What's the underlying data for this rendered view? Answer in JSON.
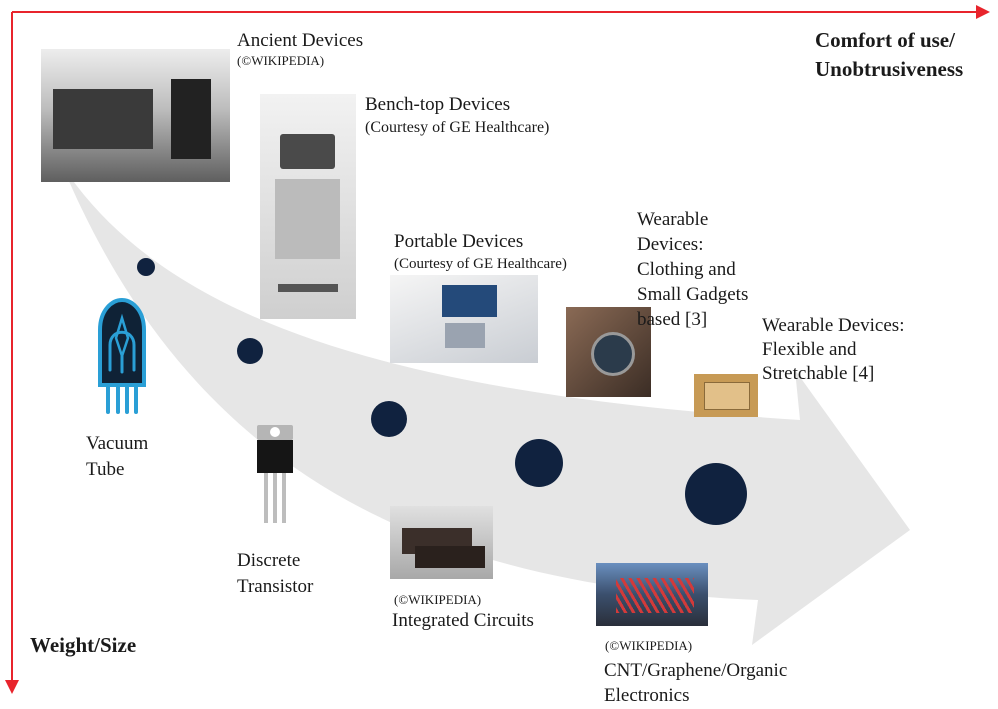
{
  "axes": {
    "x_label_line1": "Comfort of use/",
    "x_label_line2": "Unobtrusiveness",
    "y_label": "Weight/Size",
    "axis_color": "#e8242c"
  },
  "devices": {
    "ancient": {
      "title": "Ancient Devices",
      "credit": "(©WIKIPEDIA)"
    },
    "benchtop": {
      "title": "Bench-top Devices",
      "credit": "(Courtesy of GE Healthcare)"
    },
    "portable": {
      "title": "Portable Devices",
      "credit": "(Courtesy of GE Healthcare)"
    },
    "wearable_gadgets": {
      "line1": "Wearable",
      "line2": "Devices:",
      "line3": "Clothing and",
      "line4": "Small Gadgets",
      "line5": "based [3]"
    },
    "wearable_flexible": {
      "line1": "Wearable Devices:",
      "line2": "Flexible and",
      "line3": "Stretchable [4]"
    }
  },
  "electronics": {
    "vacuum": {
      "line1": "Vacuum",
      "line2": "Tube"
    },
    "transistor": {
      "line1": "Discrete",
      "line2": "Transistor"
    },
    "ic": {
      "credit": "(©WIKIPEDIA)",
      "title": "Integrated Circuits"
    },
    "cnt": {
      "credit": "(©WIKIPEDIA)",
      "line1": "CNT/Graphene/Organic",
      "line2": "Electronics"
    }
  },
  "colors": {
    "arrow_fill": "#e6e6e6",
    "dot_fill": "#10223f",
    "vacuum_icon": "#2a9fd6"
  },
  "icons": [
    "vacuum-tube-icon",
    "transistor-icon"
  ]
}
